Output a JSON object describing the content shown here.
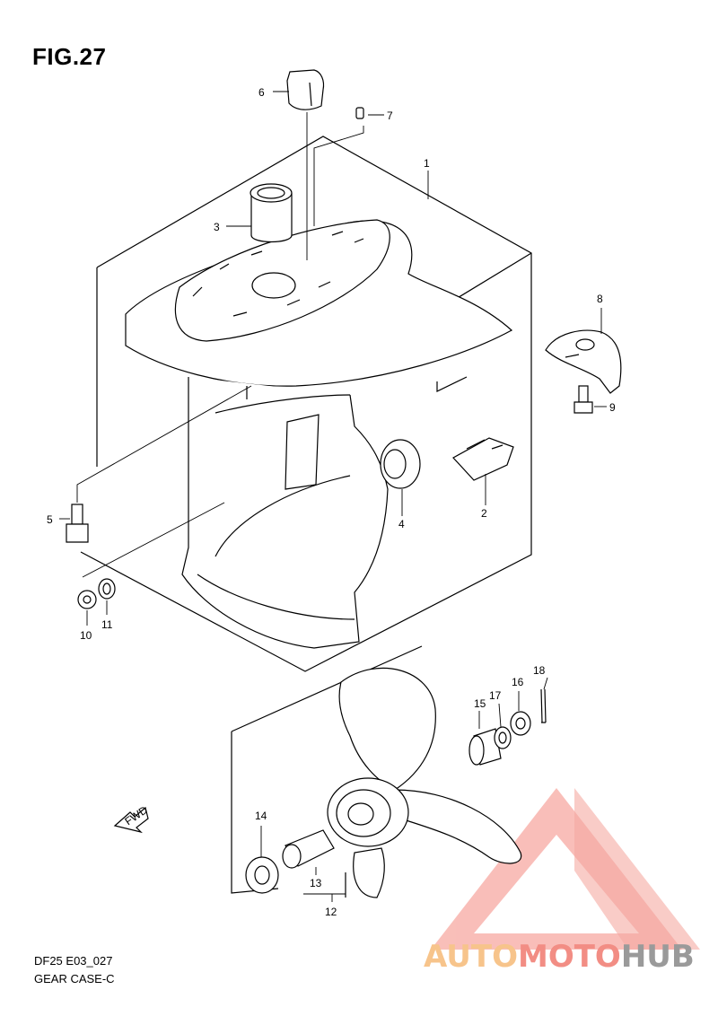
{
  "figure": {
    "title": "FIG.27"
  },
  "footer": {
    "model": "DF25  E03_027",
    "section": "GEAR CASE-C"
  },
  "callouts": [
    "1",
    "2",
    "3",
    "4",
    "5",
    "6",
    "7",
    "8",
    "9",
    "10",
    "11",
    "12",
    "13",
    "14",
    "15",
    "16",
    "17",
    "18"
  ],
  "fwd_label": "FWD",
  "watermark": {
    "part1": "AUTO",
    "part2": "MOTO",
    "part3": "HUB",
    "colors": {
      "auto": "#f7c48b",
      "moto": "#f28d84",
      "hub": "#9a9a9a",
      "logo": "#f28d84"
    }
  }
}
